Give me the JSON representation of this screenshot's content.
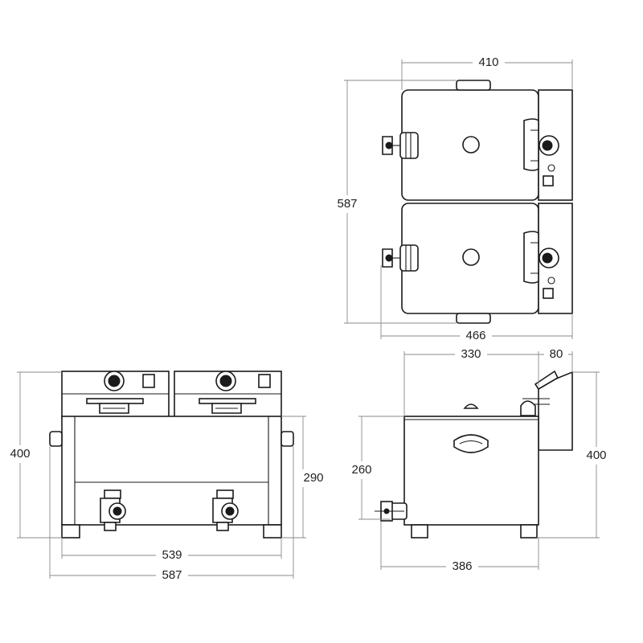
{
  "top_view": {
    "dim_width_top": "410",
    "dim_depth": "587",
    "dim_width_bottom": "466"
  },
  "front_view": {
    "dim_height": "400",
    "dim_body_height": "290",
    "dim_inner_width": "539",
    "dim_overall_width": "587"
  },
  "side_view": {
    "dim_width_top": "330",
    "dim_control_depth": "80",
    "dim_tap_height": "260",
    "dim_height": "400",
    "dim_base_width": "386"
  },
  "colors": {
    "line": "#1a1a1a",
    "dimension": "#8a8a8a",
    "background": "#ffffff"
  }
}
